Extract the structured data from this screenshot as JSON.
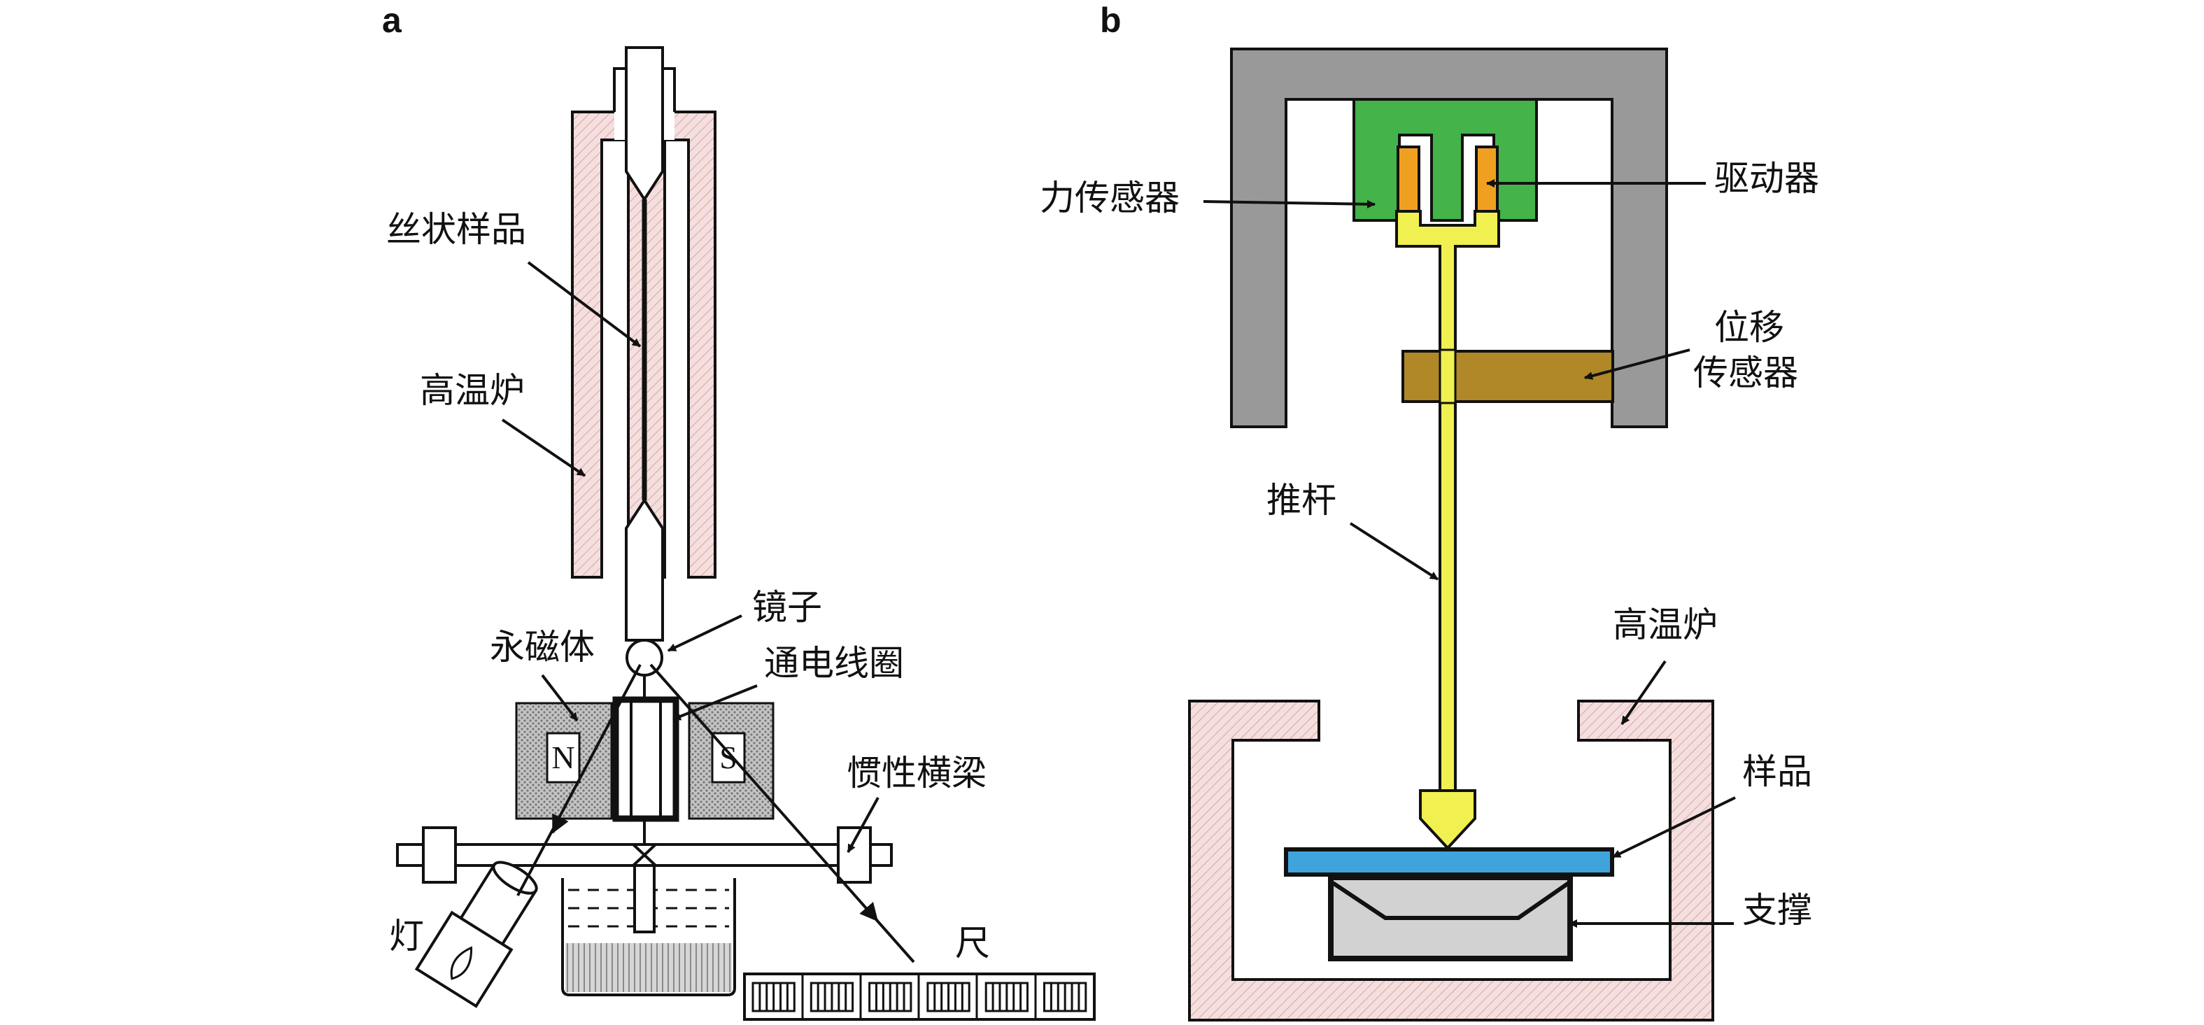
{
  "panels": {
    "a": {
      "label": "a",
      "labels": {
        "sample": "丝状样品",
        "furnace": "高温炉",
        "mirror": "镜子",
        "magnet": "永磁体",
        "coil": "通电线圈",
        "beam": "惯性横梁",
        "lamp": "灯",
        "ruler": "尺",
        "pole_n": "N",
        "pole_s": "S"
      }
    },
    "b": {
      "label": "b",
      "labels": {
        "force_sensor": "力传感器",
        "actuator": "驱动器",
        "displacement_1": "位移",
        "displacement_2": "传感器",
        "push_rod": "推杆",
        "furnace": "高温炉",
        "sample": "样品",
        "support": "支撑"
      }
    }
  },
  "colors": {
    "frame_gray": "#999999",
    "force_sensor_green": "#44b34a",
    "actuator_orange": "#f0a020",
    "rod_yellow": "#f0f050",
    "displacement_brown": "#b08828",
    "furnace_pink": "#f4dede",
    "sample_blue": "#3fa4dc",
    "support_gray": "#d2d2d2",
    "magnet_gray": "#b8b8b8",
    "liquid_gray": "#c8c8c8"
  }
}
